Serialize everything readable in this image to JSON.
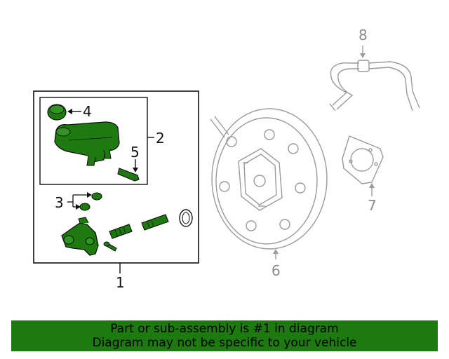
{
  "diagram": {
    "callouts": {
      "c1": "1",
      "c2": "2",
      "c3": "3",
      "c4": "4",
      "c5": "5",
      "c6": "6",
      "c7": "7",
      "c8": "8"
    },
    "colors": {
      "highlight": "#1d7a0e",
      "line_black": "#111111",
      "line_grey": "#9a9a9a"
    }
  },
  "banner": {
    "line1": "Part or sub-assembly is #1 in diagram",
    "line2": "Diagram may not be specific to your vehicle",
    "color": "#1d7a0e"
  }
}
